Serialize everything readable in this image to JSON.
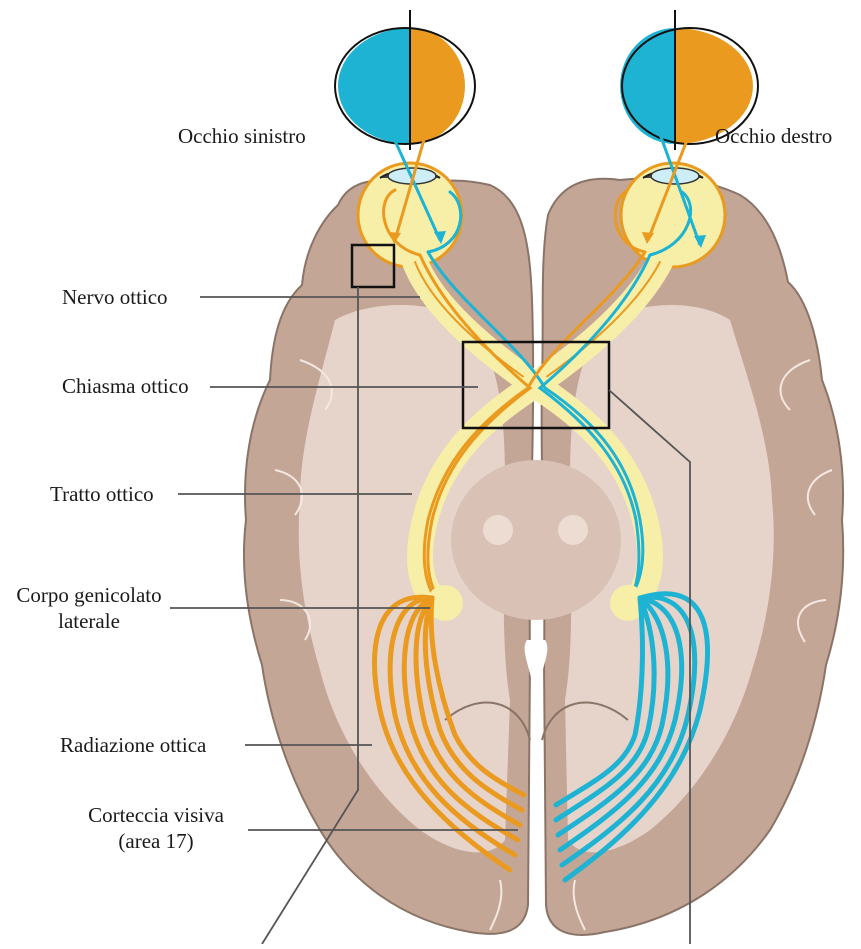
{
  "labels": {
    "left_eye": "Occhio sinistro",
    "right_eye": "Occhio destro",
    "optic_nerve": "Nervo ottico",
    "optic_chiasm": "Chiasma ottico",
    "optic_tract": "Tratto ottico",
    "lgn_line1": "Corpo genicolato",
    "lgn_line2": "laterale",
    "optic_radiation": "Radiazione ottica",
    "visual_cortex_line1": "Corteccia visiva",
    "visual_cortex_line2": "(area 17)"
  },
  "colors": {
    "brain_outer": "#c4a696",
    "brain_outline": "#8a7468",
    "brain_inner": "#e6d4ca",
    "left_visual_field": "#1eb3d3",
    "right_visual_field": "#e99a1f",
    "eyeball": "#f7eea8",
    "leader_line": "#555555"
  }
}
